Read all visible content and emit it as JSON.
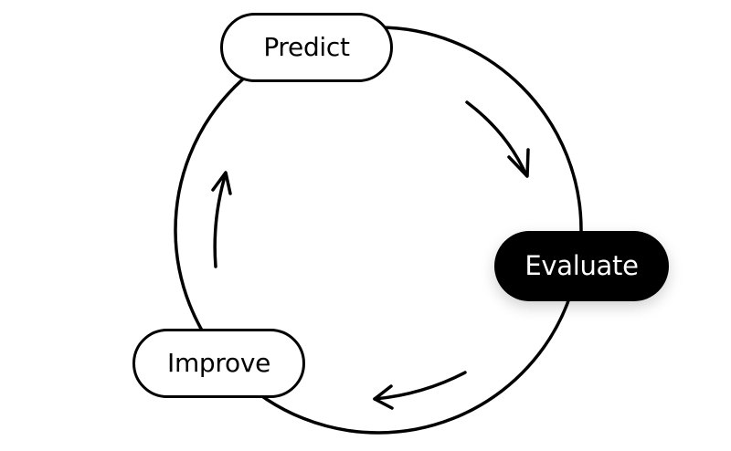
{
  "cycle": {
    "steps": [
      {
        "label": "Predict",
        "highlighted": false
      },
      {
        "label": "Evaluate",
        "highlighted": true
      },
      {
        "label": "Improve",
        "highlighted": false
      }
    ],
    "direction": "clockwise"
  },
  "colors": {
    "stroke": "#000000",
    "background": "#ffffff",
    "highlight_fill": "#000000",
    "highlight_text": "#ffffff"
  }
}
